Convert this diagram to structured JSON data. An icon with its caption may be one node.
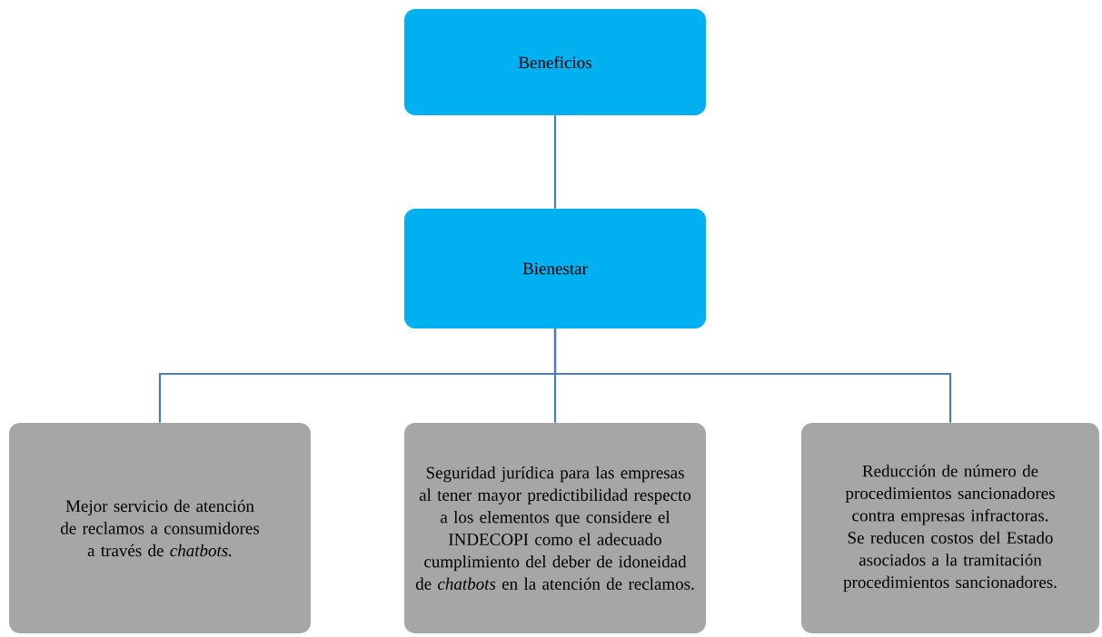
{
  "diagram": {
    "nodes": [
      {
        "text": [
          "Beneficios"
        ]
      },
      {
        "text": [
          "Bienestar"
        ]
      },
      {
        "text": [
          "Mejor servicio de atención de reclamos a consumidores a través de *chatbots.*"
        ]
      },
      {
        "text": [
          "Seguridad jurídica para las empresas al tener mayor predictibilidad respecto a los elementos que considere el INDECOPI como el adecuado cumplimiento del deber de idoneidad de *chatbots* en la atención de reclamos."
        ]
      },
      {
        "text": [
          "Reducción de número de procedimientos sancionadores contra empresas infractoras. Se reducen costos del Estado asociados a la tramitación procedimientos sancionadores."
        ]
      }
    ],
    "edges": [
      {
        "from": 0,
        "to": 1,
        "arrow": "none"
      },
      {
        "from": 1,
        "to": 2,
        "arrow": "none"
      },
      {
        "from": 1,
        "to": 3,
        "arrow": "none"
      },
      {
        "from": 1,
        "to": 4,
        "arrow": "none"
      }
    ]
  }
}
